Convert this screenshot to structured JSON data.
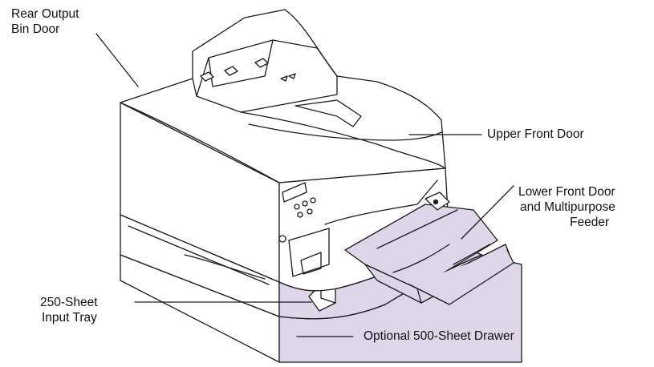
{
  "callouts": {
    "rear_output_bin_door": [
      "Rear Output",
      "Bin Door"
    ],
    "upper_front_door": [
      "Upper Front Door"
    ],
    "lower_front_door_mpf": [
      "Lower Front Door",
      "and Multipurpose",
      "Feeder"
    ],
    "input_tray_250": [
      "250-Sheet",
      "Input Tray"
    ],
    "optional_drawer_500": [
      "Optional 500-Sheet Drawer"
    ]
  },
  "colors": {
    "line": "#1a1a1a",
    "tray_fill": "#ddd6e8",
    "body_fill": "#ffffff"
  }
}
